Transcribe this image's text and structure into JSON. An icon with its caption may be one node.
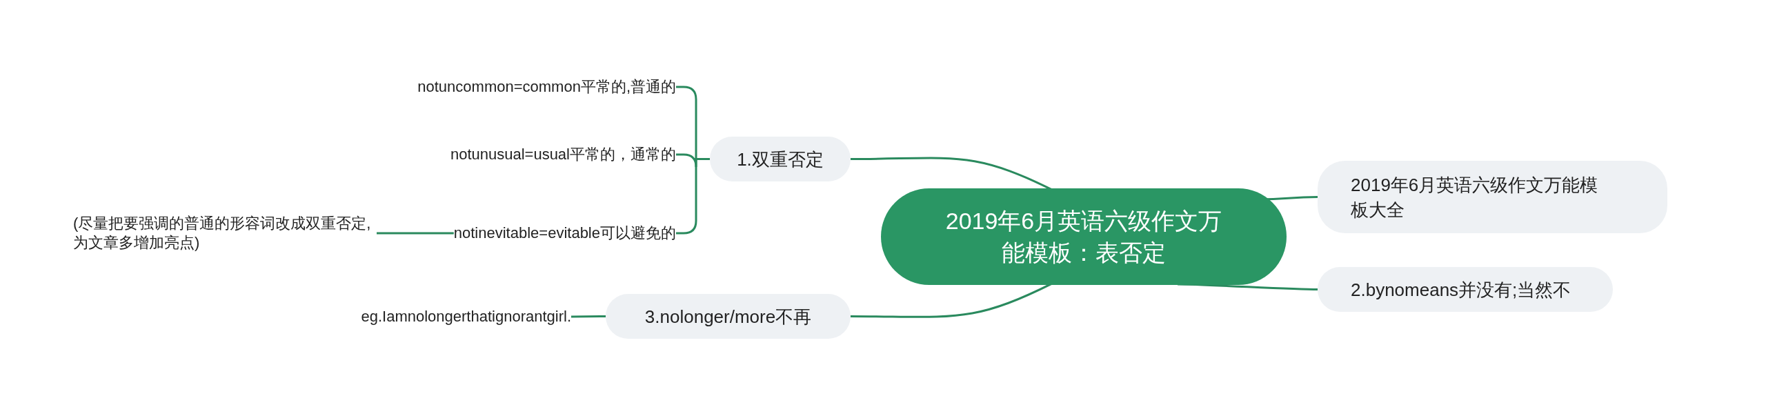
{
  "diagram": {
    "nodes": [
      {
        "text": [
          "2019年6月英语六级作文万能模板：表否定"
        ]
      },
      {
        "text": [
          "1.双重否定"
        ]
      },
      {
        "text": [
          "notuncommon=common平常的,普通的"
        ]
      },
      {
        "text": [
          "notunusual=usual平常的，通常的"
        ]
      },
      {
        "text": [
          "notinevitable=evitable可以避免的"
        ]
      },
      {
        "text": [
          "(尽量把要强调的普通的形容词改成双重否定,为文章多增加亮点)"
        ]
      },
      {
        "text": [
          "2019年6月英语六级作文万能模板大全"
        ]
      },
      {
        "text": [
          "2.bynomeans并没有;当然不"
        ]
      },
      {
        "text": [
          "3.nolonger/more不再"
        ]
      },
      {
        "text": [
          "eg.Iamnolongerthatignorantgirl."
        ]
      }
    ],
    "edges": [
      {
        "from": 0,
        "to": 1,
        "arrow": "none"
      },
      {
        "from": 1,
        "to": 2,
        "arrow": "none"
      },
      {
        "from": 1,
        "to": 3,
        "arrow": "none"
      },
      {
        "from": 1,
        "to": 4,
        "arrow": "none"
      },
      {
        "from": 4,
        "to": 5,
        "arrow": "none"
      },
      {
        "from": 0,
        "to": 6,
        "arrow": "none"
      },
      {
        "from": 0,
        "to": 7,
        "arrow": "none"
      },
      {
        "from": 0,
        "to": 8,
        "arrow": "none"
      },
      {
        "from": 8,
        "to": 9,
        "arrow": "none"
      }
    ]
  }
}
